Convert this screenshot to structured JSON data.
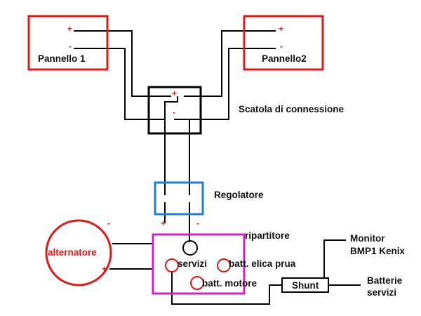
{
  "colors": {
    "panel": "#e01818",
    "junction_box": "#000000",
    "regulator": "#1e7fd6",
    "distributor": "#d21fc8",
    "alternator": "#e01818",
    "wire": "#000000",
    "polarity_text": "#e01818"
  },
  "panels": {
    "left_label": "Pannello 1",
    "right_label": "Pannello2",
    "plus": "+",
    "minus": "-"
  },
  "junction_box": {
    "label": "Scatola di connessione",
    "plus": "+",
    "minus": "-"
  },
  "regulator": {
    "label": "Regolatore",
    "plus": "+",
    "minus": "-"
  },
  "alternator": {
    "label": "alternatore",
    "minus": "-",
    "plus": "+"
  },
  "distributor": {
    "label": "ripartitore",
    "terminals": {
      "services": "servizi",
      "bow_thruster": "batt. elica prua",
      "engine": "batt. motore"
    }
  },
  "shunt": {
    "label": "Shunt"
  },
  "monitor": {
    "line1": "Monitor",
    "line2": "BMP1 Kenix"
  },
  "batteries": {
    "line1": "Batterie",
    "line2": "servizi"
  }
}
